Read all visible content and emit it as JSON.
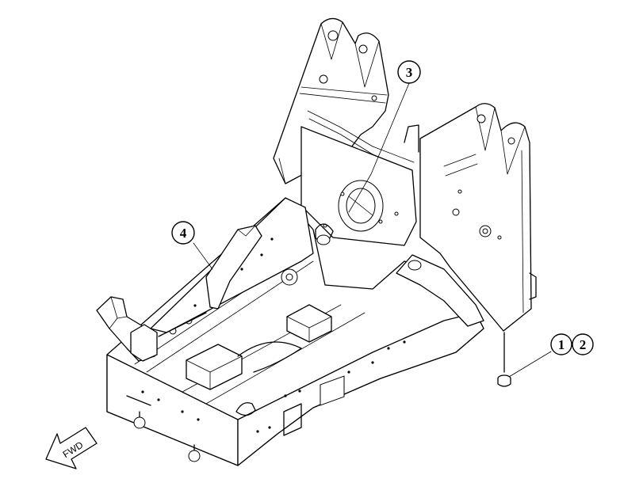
{
  "callouts": [
    {
      "id": "1",
      "label": "1"
    },
    {
      "id": "2",
      "label": "2"
    },
    {
      "id": "3",
      "label": "3"
    },
    {
      "id": "4",
      "label": "4"
    }
  ],
  "direction_indicator": {
    "label": "FWD",
    "icon": "arrow-down-left-icon"
  },
  "colors": {
    "line": "#000000",
    "background": "#ffffff"
  }
}
